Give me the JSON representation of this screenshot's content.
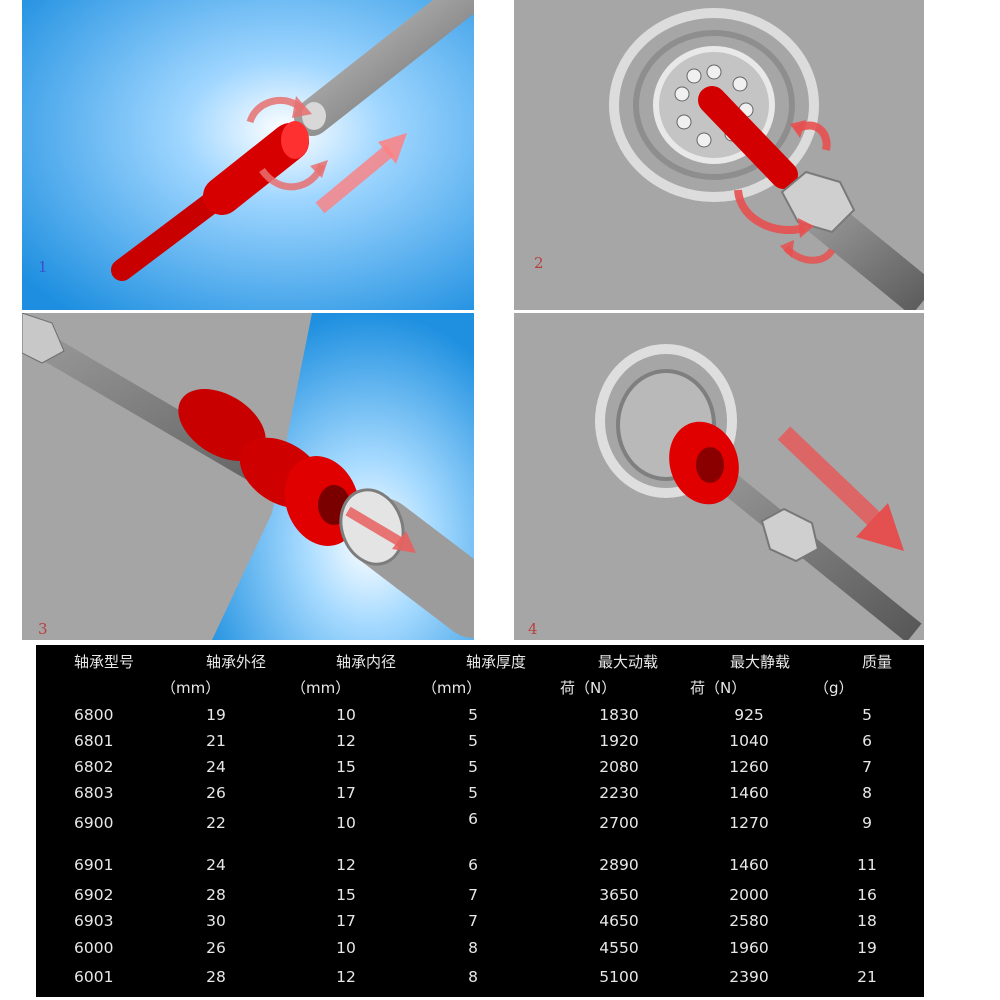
{
  "panels": [
    {
      "id": "p1",
      "step": "1"
    },
    {
      "id": "p2",
      "step": "2"
    },
    {
      "id": "p3",
      "step": "3"
    },
    {
      "id": "p4",
      "step": "4"
    }
  ],
  "colors": {
    "blue_bg": "#2a9fe6",
    "gray_bg": "#a7a7a7",
    "red_part": "#d40000",
    "metal": "#8c8c8c",
    "arrow": "#e86060"
  },
  "table": {
    "headers": [
      "轴承型号",
      "轴承外径",
      "轴承内径",
      "轴承厚度",
      "最大动载",
      "最大静载",
      "质量"
    ],
    "units": [
      "",
      "（mm）",
      "（mm）",
      "（mm）",
      "荷（N）",
      "荷（N）",
      "（g）"
    ],
    "rows": [
      [
        "6800",
        "19",
        "10",
        "5",
        "1830",
        "925",
        "5"
      ],
      [
        "6801",
        "21",
        "12",
        "5",
        "1920",
        "1040",
        "6"
      ],
      [
        "6802",
        "24",
        "15",
        "5",
        "2080",
        "1260",
        "7"
      ],
      [
        "6803",
        "26",
        "17",
        "5",
        "2230",
        "1460",
        "8"
      ],
      [
        "6900",
        "22",
        "10",
        "6",
        "2700",
        "1270",
        "9"
      ],
      [
        "6901",
        "24",
        "12",
        "6",
        "2890",
        "1460",
        "11"
      ],
      [
        "6902",
        "28",
        "15",
        "7",
        "3650",
        "2000",
        "16"
      ],
      [
        "6903",
        "30",
        "17",
        "7",
        "4650",
        "2580",
        "18"
      ],
      [
        "6000",
        "26",
        "10",
        "8",
        "4550",
        "1960",
        "19"
      ],
      [
        "6001",
        "28",
        "12",
        "8",
        "5100",
        "2390",
        "21"
      ]
    ]
  }
}
